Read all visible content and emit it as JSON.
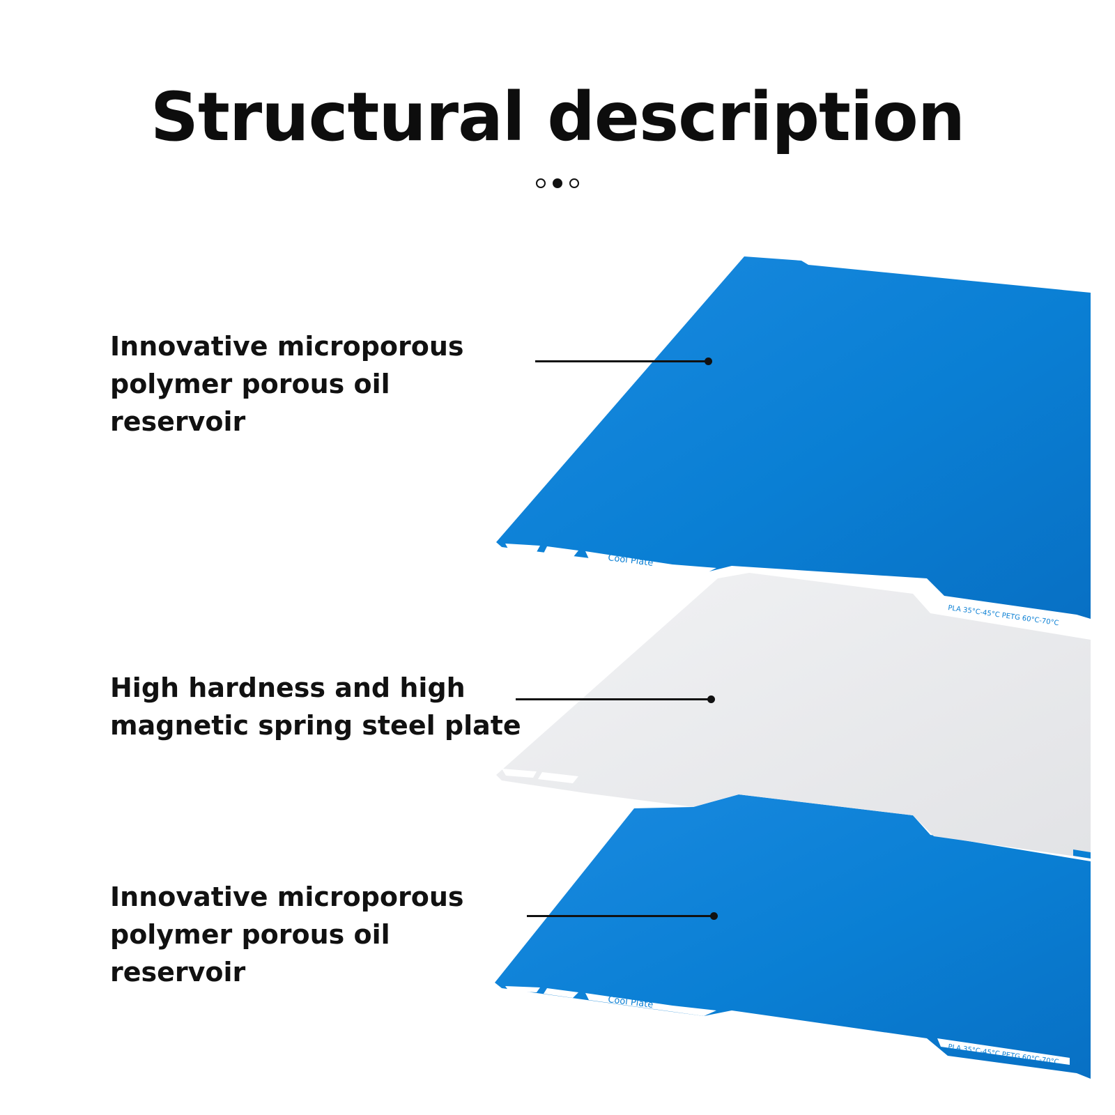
{
  "header": {
    "title": "Structural description",
    "indicator": {
      "count": 3,
      "active_index": 1
    }
  },
  "layers": [
    {
      "id": "top",
      "label_lines": [
        "Innovative microporous",
        "polymer porous oil reservoir"
      ],
      "color": "#0a7fd4",
      "strip_text": "Cool Plate",
      "tab_text": "PLA 35°C-45°C   PETG 60°C-70°C"
    },
    {
      "id": "middle",
      "label_lines": [
        "High hardness and high",
        "magnetic spring steel plate"
      ],
      "color": "#e8e9ec"
    },
    {
      "id": "bottom",
      "label_lines": [
        "Innovative microporous",
        "polymer porous oil reservoir"
      ],
      "color": "#0a7fd4",
      "strip_text": "Cool Plate",
      "tab_text": "PLA 35°C-45°C   PETG 60°C-70°C"
    }
  ],
  "colors": {
    "accent": "#0a7fd4",
    "steel": "#e8e9ec",
    "text": "#111111"
  }
}
